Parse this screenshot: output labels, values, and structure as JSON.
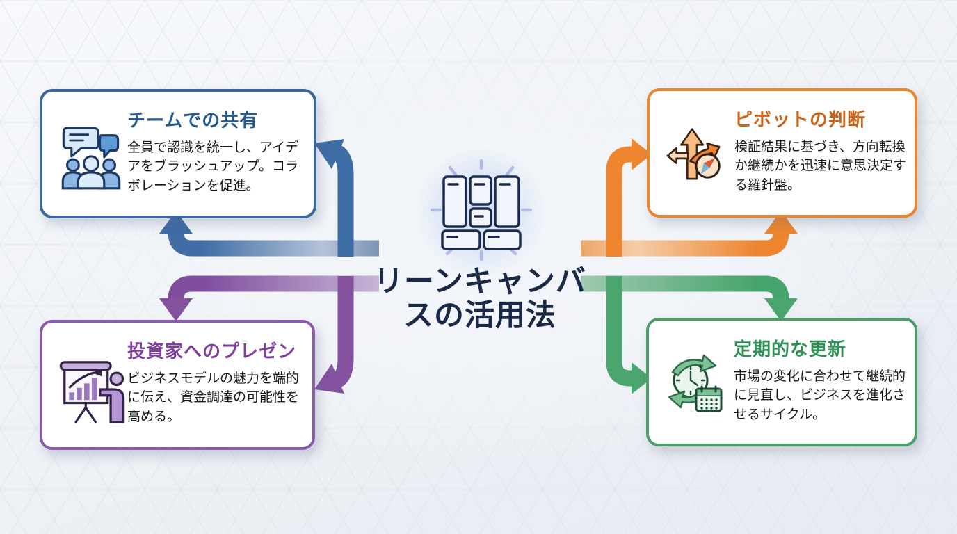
{
  "main_title": {
    "line1": "リーンキャンバ",
    "line2": "スの活用法",
    "full": "リーンキャンバスの活用法"
  },
  "cards": [
    {
      "id": "team-sharing",
      "title": "チームでの共有",
      "body": "全員で認識を統一し、アイデアをブラッシュアップ。コラボレーションを促進。",
      "accent": "#39679e",
      "title_color": "#27598c",
      "icon": "people-chat-icon"
    },
    {
      "id": "pivot-decision",
      "title": "ピボットの判断",
      "body": "検証結果に基づき、方向転換か継続かを迅速に意思決定する羅針盤。",
      "accent": "#e8852f",
      "title_color": "#cb6418",
      "icon": "branching-arrows-compass-icon"
    },
    {
      "id": "investor-pitch",
      "title": "投資家へのプレゼン",
      "body": "ビジネスモデルの魅力を端的に伝え、資金調達の可能性を高める。",
      "accent": "#8a5ba8",
      "title_color": "#7f3f9f",
      "icon": "presentation-chart-icon"
    },
    {
      "id": "periodic-update",
      "title": "定期的な更新",
      "body": "市場の変化に合わせて継続的に見直し、ビジネスを進化させるサイクル。",
      "accent": "#4ba06a",
      "title_color": "#2f9356",
      "icon": "refresh-calendar-icon"
    }
  ],
  "arrows": {
    "blue": "#3e6ca4",
    "orange": "#ee8630",
    "purple": "#84529f",
    "green": "#4aa56e"
  },
  "background": {
    "base": "#eff2f6",
    "mesh_line": "#d7dce6"
  },
  "center_icon": "lean-canvas-icon"
}
